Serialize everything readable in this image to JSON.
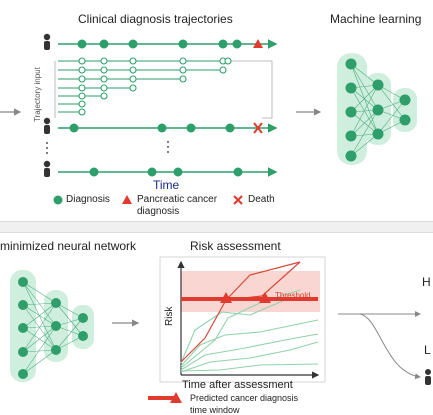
{
  "top": {
    "title": "Clinical diagnosis trajectories",
    "ml_title": "Machine learning",
    "trajectory_axis_label": "Trajectory input",
    "time_label": "Time",
    "legend": {
      "diagnosis": "Diagnosis",
      "pancreatic_line1": "Pancreatic cancer",
      "pancreatic_line2": "diagnosis",
      "death": "Death"
    }
  },
  "bottom": {
    "nn_title": "minimized neural network",
    "risk_title": "Risk assessment",
    "risk_axis_label": "Risk",
    "threshold_label": "Threshold",
    "time_axis_label": "Time after assessment",
    "window_line1": "Predicted cancer diagnosis",
    "window_line2": "time window",
    "right_letter_top": "H",
    "right_letter_bottom": "L"
  },
  "colors": {
    "green": "#2e9e6b",
    "light_green": "#a9dbbf",
    "red": "#e03b2e",
    "pink_band": "#f9d6d1",
    "gray": "#888888"
  }
}
